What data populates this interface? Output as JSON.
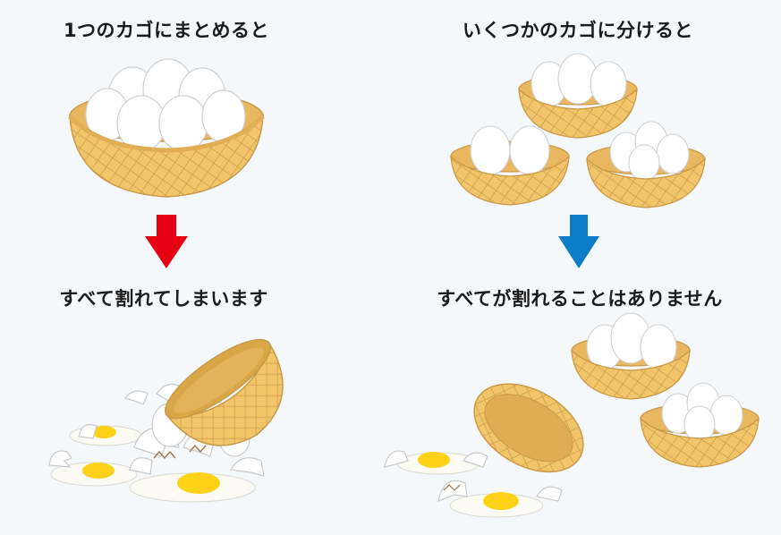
{
  "left": {
    "title": "1つのカゴにまとめると",
    "result": "すべて割れてしまいます",
    "arrow_color": "#e60012"
  },
  "right": {
    "title": "いくつかのカゴに分けると",
    "result": "すべてが割れることはありません",
    "arrow_color": "#0a7cc8"
  },
  "colors": {
    "basket": "#f2c56a",
    "basket_dark": "#d9a648",
    "basket_line": "#b88a3a",
    "egg": "#ffffff",
    "egg_stroke": "#c9c9c9",
    "yolk": "#ffd21a",
    "white_spill": "#fbfbf4",
    "background": "#f5f8fb"
  }
}
